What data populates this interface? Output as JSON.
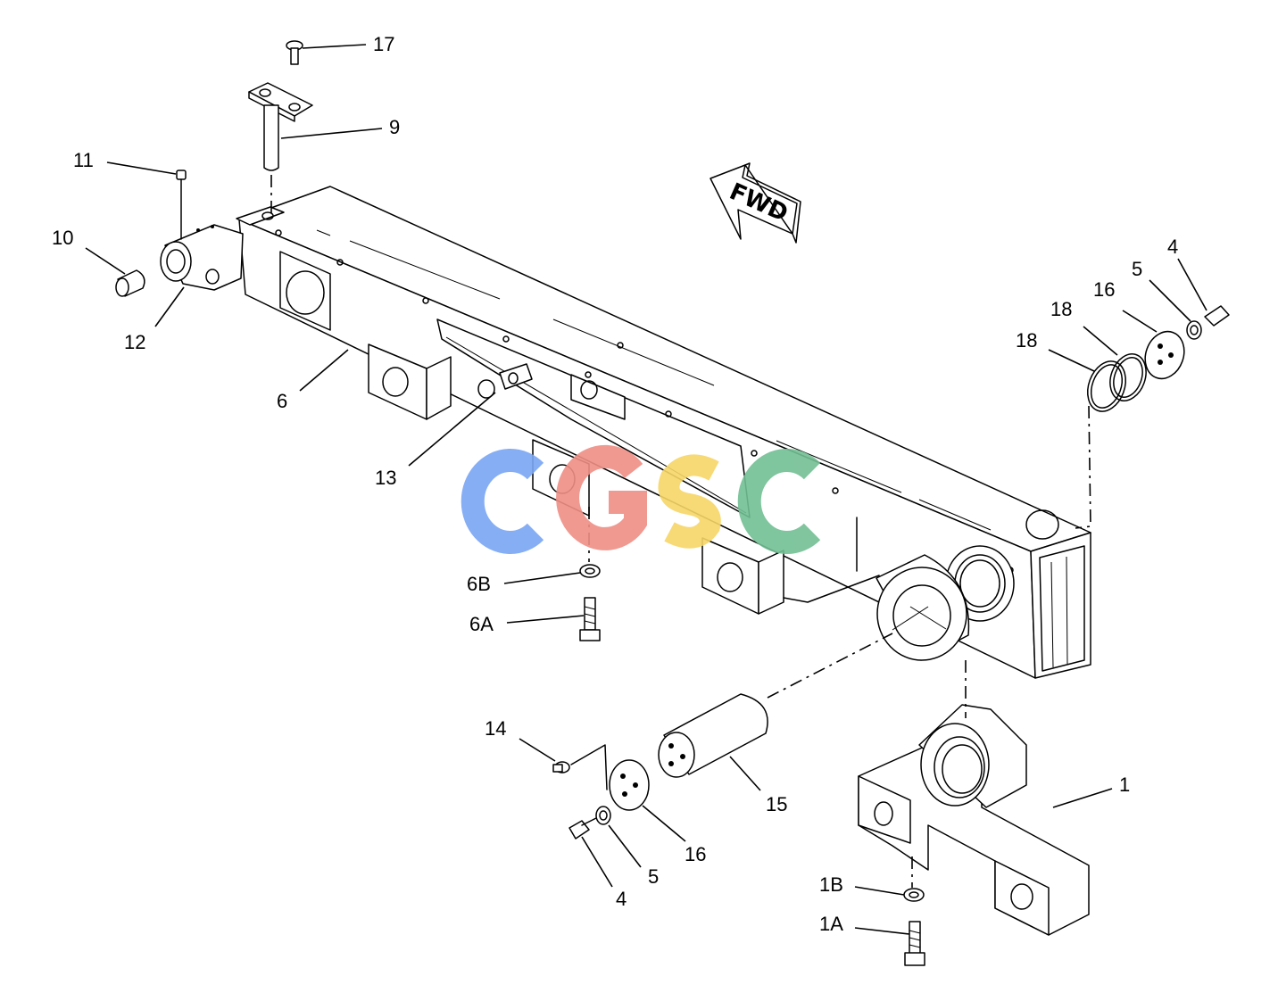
{
  "diagram": {
    "callouts": [
      {
        "id": "c17",
        "label": "17"
      },
      {
        "id": "c9",
        "label": "9"
      },
      {
        "id": "c11",
        "label": "11"
      },
      {
        "id": "c10",
        "label": "10"
      },
      {
        "id": "c12",
        "label": "12"
      },
      {
        "id": "c6",
        "label": "6"
      },
      {
        "id": "c13",
        "label": "13"
      },
      {
        "id": "c6b",
        "label": "6B"
      },
      {
        "id": "c6a",
        "label": "6A"
      },
      {
        "id": "c14",
        "label": "14"
      },
      {
        "id": "c15",
        "label": "15"
      },
      {
        "id": "c16a",
        "label": "16"
      },
      {
        "id": "c5a",
        "label": "5"
      },
      {
        "id": "c4a",
        "label": "4"
      },
      {
        "id": "c1",
        "label": "1"
      },
      {
        "id": "c1b",
        "label": "1B"
      },
      {
        "id": "c1a",
        "label": "1A"
      },
      {
        "id": "c4b",
        "label": "4"
      },
      {
        "id": "c5b",
        "label": "5"
      },
      {
        "id": "c16b",
        "label": "16"
      },
      {
        "id": "c18a",
        "label": "18"
      },
      {
        "id": "c18b",
        "label": "18"
      }
    ],
    "direction_arrow": {
      "label": "FWD"
    },
    "watermark": {
      "text": "CGSC",
      "colors": [
        "#7aa6f4",
        "#ef8f86",
        "#f7d667",
        "#72bf94"
      ]
    }
  }
}
